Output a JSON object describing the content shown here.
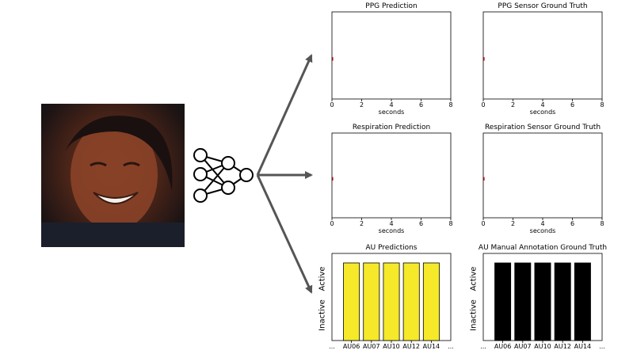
{
  "diagram": {
    "face_image": "smiling-face-photo",
    "network_icon": "neural-network-icon",
    "arrow_color": "#555555"
  },
  "panels": {
    "ppg_pred": {
      "title": "PPG Prediction",
      "xlabel": "seconds",
      "xticks": [
        "0",
        "2",
        "4",
        "6",
        "8"
      ]
    },
    "ppg_gt": {
      "title": "PPG Sensor Ground Truth",
      "xlabel": "seconds",
      "xticks": [
        "0",
        "2",
        "4",
        "6",
        "8"
      ]
    },
    "resp_pred": {
      "title": "Respiration Prediction",
      "xlabel": "seconds",
      "xticks": [
        "0",
        "2",
        "4",
        "6",
        "8"
      ]
    },
    "resp_gt": {
      "title": "Respiration Sensor Ground Truth",
      "xlabel": "seconds",
      "xticks": [
        "0",
        "2",
        "4",
        "6",
        "8"
      ]
    }
  },
  "chart_data": [
    {
      "type": "bar",
      "title": "AU Predictions",
      "categories": [
        "AU06",
        "AU07",
        "AU10",
        "AU12",
        "AU14"
      ],
      "values": [
        1,
        1,
        1,
        1,
        1
      ],
      "ytick_labels": [
        "Inactive",
        "Active"
      ],
      "color": "#f5e92a"
    },
    {
      "type": "bar",
      "title": "AU Manual Annotation Ground Truth",
      "categories": [
        "AU06",
        "AU07",
        "AU10",
        "AU12",
        "AU14"
      ],
      "values": [
        1,
        1,
        1,
        1,
        1
      ],
      "ytick_labels": [
        "Inactive",
        "Active"
      ],
      "color": "#000000"
    }
  ],
  "edge_ellipsis": "..."
}
